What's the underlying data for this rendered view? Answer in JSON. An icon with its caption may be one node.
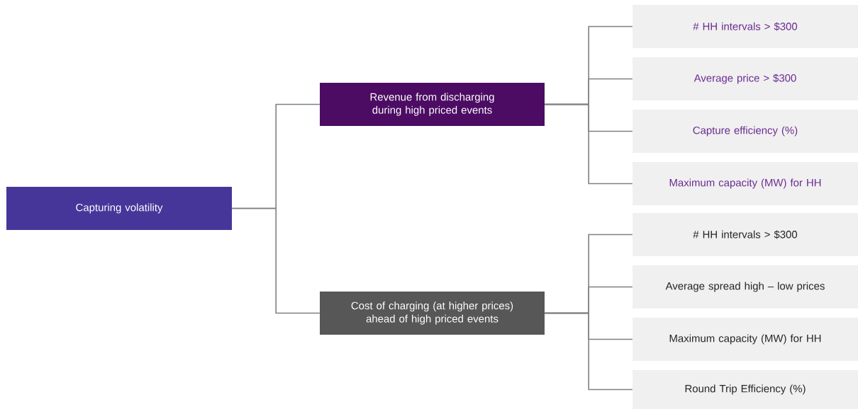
{
  "diagram": {
    "nodes": [
      {
        "text": [
          "Capturing volatility"
        ]
      },
      {
        "text": [
          "Revenue from discharging during high priced events"
        ]
      },
      {
        "text": [
          "Cost of charging (at higher prices) ahead of high priced events"
        ]
      },
      {
        "text": [
          "# HH intervals > $300"
        ]
      },
      {
        "text": [
          "Average price > $300"
        ]
      },
      {
        "text": [
          "Capture efficiency (%)"
        ]
      },
      {
        "text": [
          "Maximum capacity (MW) for HH"
        ]
      },
      {
        "text": [
          "# HH intervals > $300"
        ]
      },
      {
        "text": [
          "Average spread high – low prices"
        ]
      },
      {
        "text": [
          "Maximum capacity (MW) for HH"
        ]
      },
      {
        "text": [
          "Round Trip Efficiency (%)"
        ]
      }
    ],
    "edges": [
      {
        "from": 0,
        "to": 1,
        "arrow": "none"
      },
      {
        "from": 0,
        "to": 2,
        "arrow": "none"
      },
      {
        "from": 1,
        "to": 3,
        "arrow": "none"
      },
      {
        "from": 1,
        "to": 4,
        "arrow": "none"
      },
      {
        "from": 1,
        "to": 5,
        "arrow": "none"
      },
      {
        "from": 1,
        "to": 6,
        "arrow": "none"
      },
      {
        "from": 2,
        "to": 7,
        "arrow": "none"
      },
      {
        "from": 2,
        "to": 8,
        "arrow": "none"
      },
      {
        "from": 2,
        "to": 9,
        "arrow": "none"
      },
      {
        "from": 2,
        "to": 10,
        "arrow": "none"
      }
    ]
  }
}
